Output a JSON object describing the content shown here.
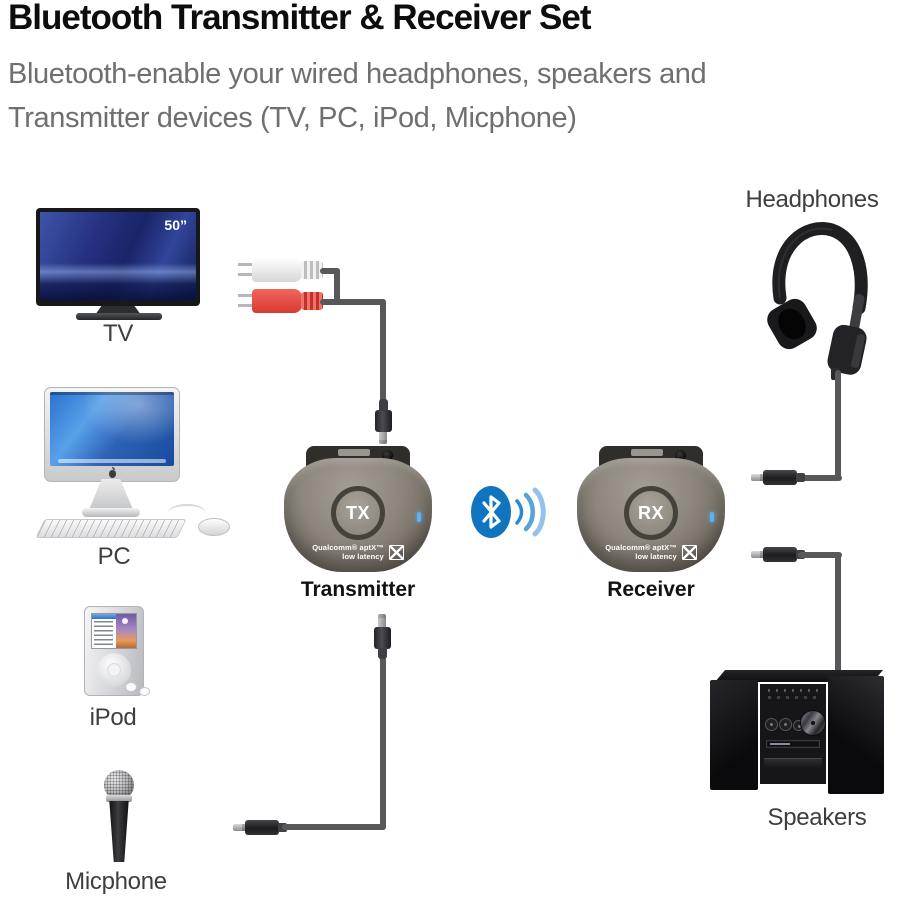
{
  "header": {
    "title": "Bluetooth Transmitter & Receiver Set",
    "subtitle_line1": "Bluetooth-enable your wired headphones, speakers and",
    "subtitle_line2": "Transmitter devices (TV, PC, iPod, Micphone)"
  },
  "sources": {
    "tv": {
      "label": "TV",
      "screen_size": "50”"
    },
    "pc": {
      "label": "PC"
    },
    "ipod": {
      "label": "iPod"
    },
    "micphone": {
      "label": "Micphone"
    }
  },
  "outputs": {
    "headphones": {
      "label": "Headphones"
    },
    "speakers": {
      "label": "Speakers"
    }
  },
  "transmitter": {
    "label": "Transmitter",
    "badge": "TX",
    "brand_line1": "Qualcomm® aptX™",
    "brand_line2": "low latency"
  },
  "receiver": {
    "label": "Receiver",
    "badge": "RX",
    "brand_line1": "Qualcomm® aptX™",
    "brand_line2": "low latency"
  },
  "icons": {
    "bluetooth": "bluetooth-icon",
    "signal_waves": "signal-waves-icon",
    "aptx_logo": "aptx-x-logo-icon",
    "apple_logo": "apple-logo-icon"
  },
  "colors": {
    "bluetooth_blue": "#1273be",
    "cable_gray": "#58585a",
    "device_body_taupe": "#8d877d",
    "rca_red": "#e0453b",
    "led_blue": "#5db0f2",
    "title_black": "#0d0d0d",
    "subtitle_gray": "#6f6f6f"
  }
}
